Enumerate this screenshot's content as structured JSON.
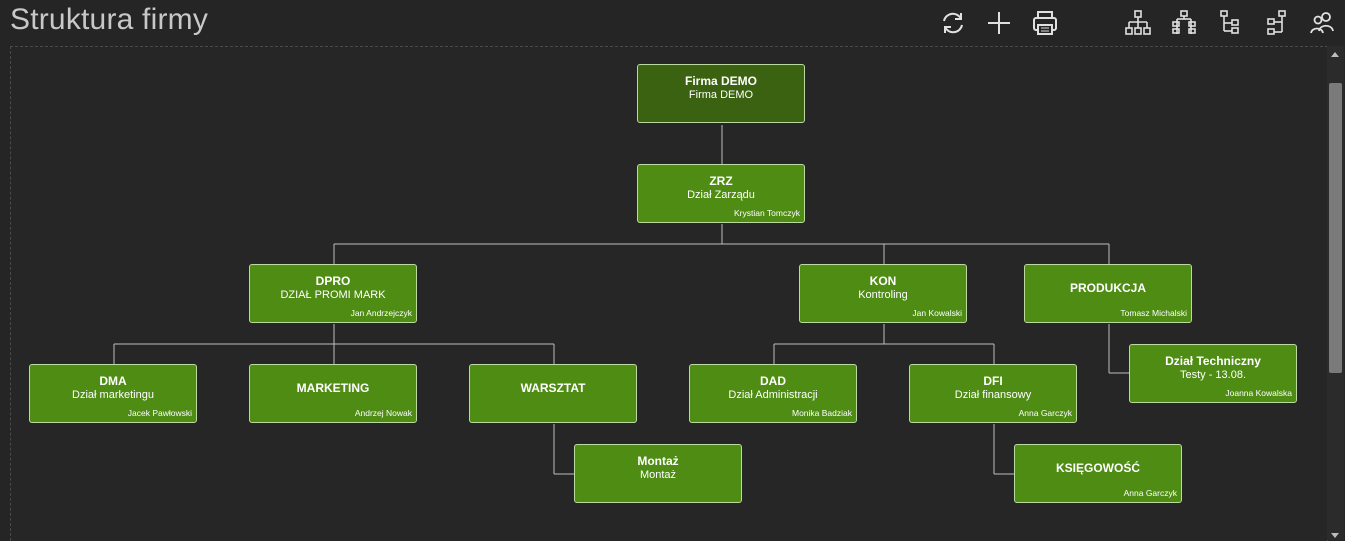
{
  "header": {
    "title": "Struktura firmy"
  },
  "toolbar": {
    "icons": [
      "refresh-icon",
      "add-icon",
      "print-icon",
      "org-layout-horizontal-icon",
      "org-layout-compact-icon",
      "org-layout-vertical-icon",
      "org-layout-list-icon",
      "users-icon"
    ],
    "icon_color": "#e0e0e0"
  },
  "colors": {
    "background": "#252525",
    "node_fill": "#4e8c14",
    "root_fill": "#3a6210",
    "node_border": "#bcd9a2",
    "connector": "#bdbdbd"
  },
  "org": {
    "root": {
      "code": "Firma DEMO",
      "name": "Firma DEMO",
      "person": ""
    },
    "zrz": {
      "code": "ZRZ",
      "name": "Dział Zarządu",
      "person": "Krystian Tomczyk"
    },
    "dpro": {
      "code": "DPRO",
      "name": "DZIAŁ PROMI MARK",
      "person": "Jan Andrzejczyk"
    },
    "kon": {
      "code": "KON",
      "name": "Kontroling",
      "person": "Jan Kowalski"
    },
    "produkcja": {
      "code": "PRODUKCJA",
      "name": "",
      "person": "Tomasz  Michalski"
    },
    "dma": {
      "code": "DMA",
      "name": "Dział marketingu",
      "person": "Jacek Pawłowski"
    },
    "marketing": {
      "code": "MARKETING",
      "name": "",
      "person": "Andrzej Nowak"
    },
    "warsztat": {
      "code": "WARSZTAT",
      "name": "",
      "person": ""
    },
    "dad": {
      "code": "DAD",
      "name": "Dział Administracji",
      "person": "Monika Badziak"
    },
    "dfi": {
      "code": "DFI",
      "name": "Dział finansowy",
      "person": "Anna Garczyk"
    },
    "techniczny": {
      "code": "Dział Techniczny",
      "name": "Testy - 13.08.",
      "person": "Joanna  Kowalska"
    },
    "montaz": {
      "code": "Montaż",
      "name": "Montaż",
      "person": ""
    },
    "ksiegowosc": {
      "code": "KSIĘGOWOŚĆ",
      "name": "",
      "person": "Anna Garczyk"
    }
  }
}
